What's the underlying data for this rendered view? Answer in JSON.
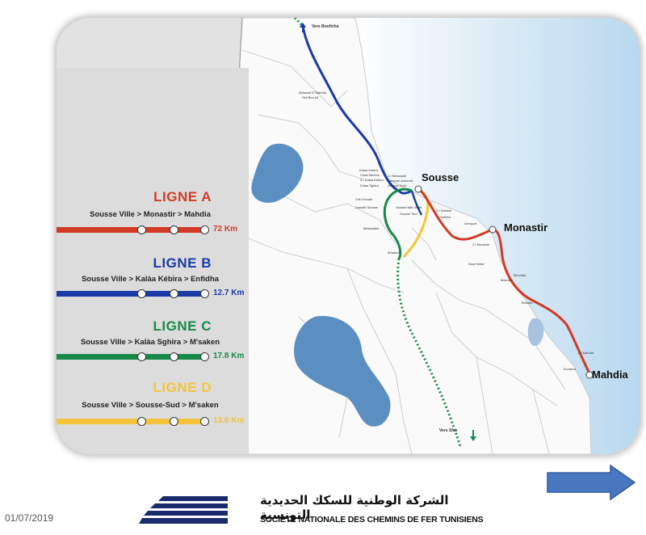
{
  "map": {
    "direction_north": "Vers Bouficha",
    "direction_south": "Vers Sfax",
    "cities": {
      "sousse": "Sousse",
      "monastir": "Monastir",
      "mahdia": "Mahdia"
    },
    "stations_small": {
      "mesjid": "Messadi El Mahdia",
      "sidi_bou_ali": "Sidi Bou Ali",
      "kalaa_kebira": "Kalaa Kebira",
      "chott": "Chott Meriem",
      "zi_kalaa": "Z.I Kalâa Kebira",
      "kalaa_sghira": "Kalaa Sghira",
      "zi_messaadi": "Z.I Messaadi",
      "campus": "Campus universit.",
      "sousse_nord": "Sousse Nord",
      "cite_erriadh": "Cite Erriadh",
      "zaouiet": "Zaouiet Sousse",
      "sousse_bab": "Sousse Bab Jedid",
      "sousse_sud": "Sousse Sud",
      "messadine": "Messadine",
      "msaken": "M'saken",
      "zi_sahline": "Z.I Sahline",
      "sahline": "Sahline",
      "monastir_aeroport": "Aeroport",
      "zi_monastir": "Z.I Monastir",
      "ksar": "Ksar Hellal",
      "moknine": "Moknine",
      "teboulba": "Teboulba",
      "bekalta": "Bekalta",
      "zi_mahdia": "Z.I Mahdia",
      "ezzahra": "Ezzahra"
    }
  },
  "legend": {
    "lines": [
      {
        "title": "LIGNE A",
        "route": "Sousse Ville > Monastir > Mahdia",
        "km": "72 Km",
        "color": "#d23a26"
      },
      {
        "title": "LIGNE B",
        "route": "Sousse Ville > Kalàa Kébira > Enfidha",
        "km": "12.7 Km",
        "color": "#1b3aa8"
      },
      {
        "title": "LIGNE C",
        "route": "Sousse Ville > Kalàa Sghira > M'saken",
        "km": "17.8 Km",
        "color": "#178a4a"
      },
      {
        "title": "LIGNE D",
        "route": "Sousse Ville > Sousse-Sud > M'saken",
        "km": "13.6 Km",
        "color": "#f5c33b"
      }
    ]
  },
  "footer": {
    "date": "01/07/2019",
    "company_ar": "الشركة الوطنية للسكك الحديدية التونسية",
    "company_fr": "SOCIETE NATIONALE DES CHEMINS DE FER TUNISIENS",
    "brand_color": "#1a2a6c"
  },
  "navigation": {
    "next_icon": "arrow-right-icon",
    "color": "#4a78c0"
  }
}
